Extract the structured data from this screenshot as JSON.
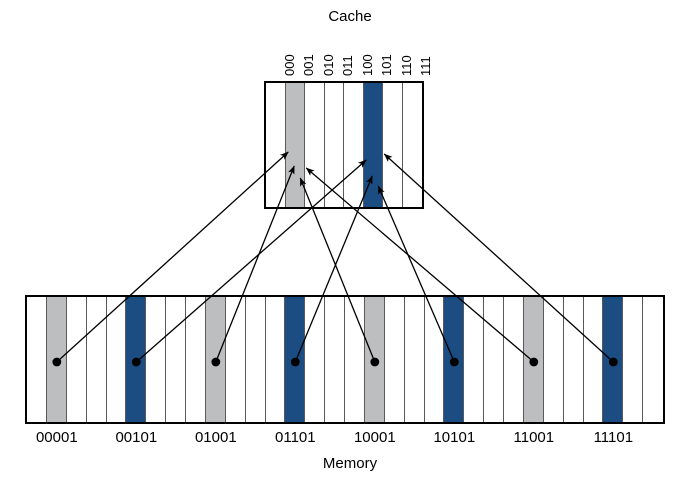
{
  "diagram": {
    "cache_title": "Cache",
    "memory_title": "Memory",
    "colors": {
      "gray_cell": "#BCBEC0",
      "blue_cell": "#1B4C82",
      "line": "#000000",
      "border": "#000000",
      "divider": "#58595B",
      "background": "#FFFFFF"
    },
    "cache": {
      "label": "Cache",
      "cell_count": 8,
      "cells": [
        {
          "label": "000",
          "fill": "white"
        },
        {
          "label": "001",
          "fill": "gray"
        },
        {
          "label": "010",
          "fill": "white"
        },
        {
          "label": "011",
          "fill": "white"
        },
        {
          "label": "100",
          "fill": "white"
        },
        {
          "label": "101",
          "fill": "blue"
        },
        {
          "label": "110",
          "fill": "white"
        },
        {
          "label": "111",
          "fill": "white"
        }
      ]
    },
    "memory": {
      "label": "Memory",
      "cell_count": 32,
      "highlighted_indices": [
        1,
        5,
        9,
        13,
        17,
        21,
        25,
        29
      ],
      "highlighted_fills": [
        "gray",
        "blue",
        "gray",
        "blue",
        "gray",
        "blue",
        "gray",
        "blue"
      ],
      "labels": [
        "00001",
        "00101",
        "01001",
        "01101",
        "10001",
        "10101",
        "11001",
        "11101"
      ],
      "label_indices": [
        1,
        5,
        9,
        13,
        17,
        21,
        25,
        29
      ]
    },
    "mappings": [
      {
        "from": "00001",
        "to": "001",
        "fill": "gray"
      },
      {
        "from": "00101",
        "to": "101",
        "fill": "blue"
      },
      {
        "from": "01001",
        "to": "001",
        "fill": "gray"
      },
      {
        "from": "01101",
        "to": "101",
        "fill": "blue"
      },
      {
        "from": "10001",
        "to": "001",
        "fill": "gray"
      },
      {
        "from": "10101",
        "to": "101",
        "fill": "blue"
      },
      {
        "from": "11001",
        "to": "001",
        "fill": "gray"
      },
      {
        "from": "11101",
        "to": "101",
        "fill": "blue"
      }
    ]
  }
}
